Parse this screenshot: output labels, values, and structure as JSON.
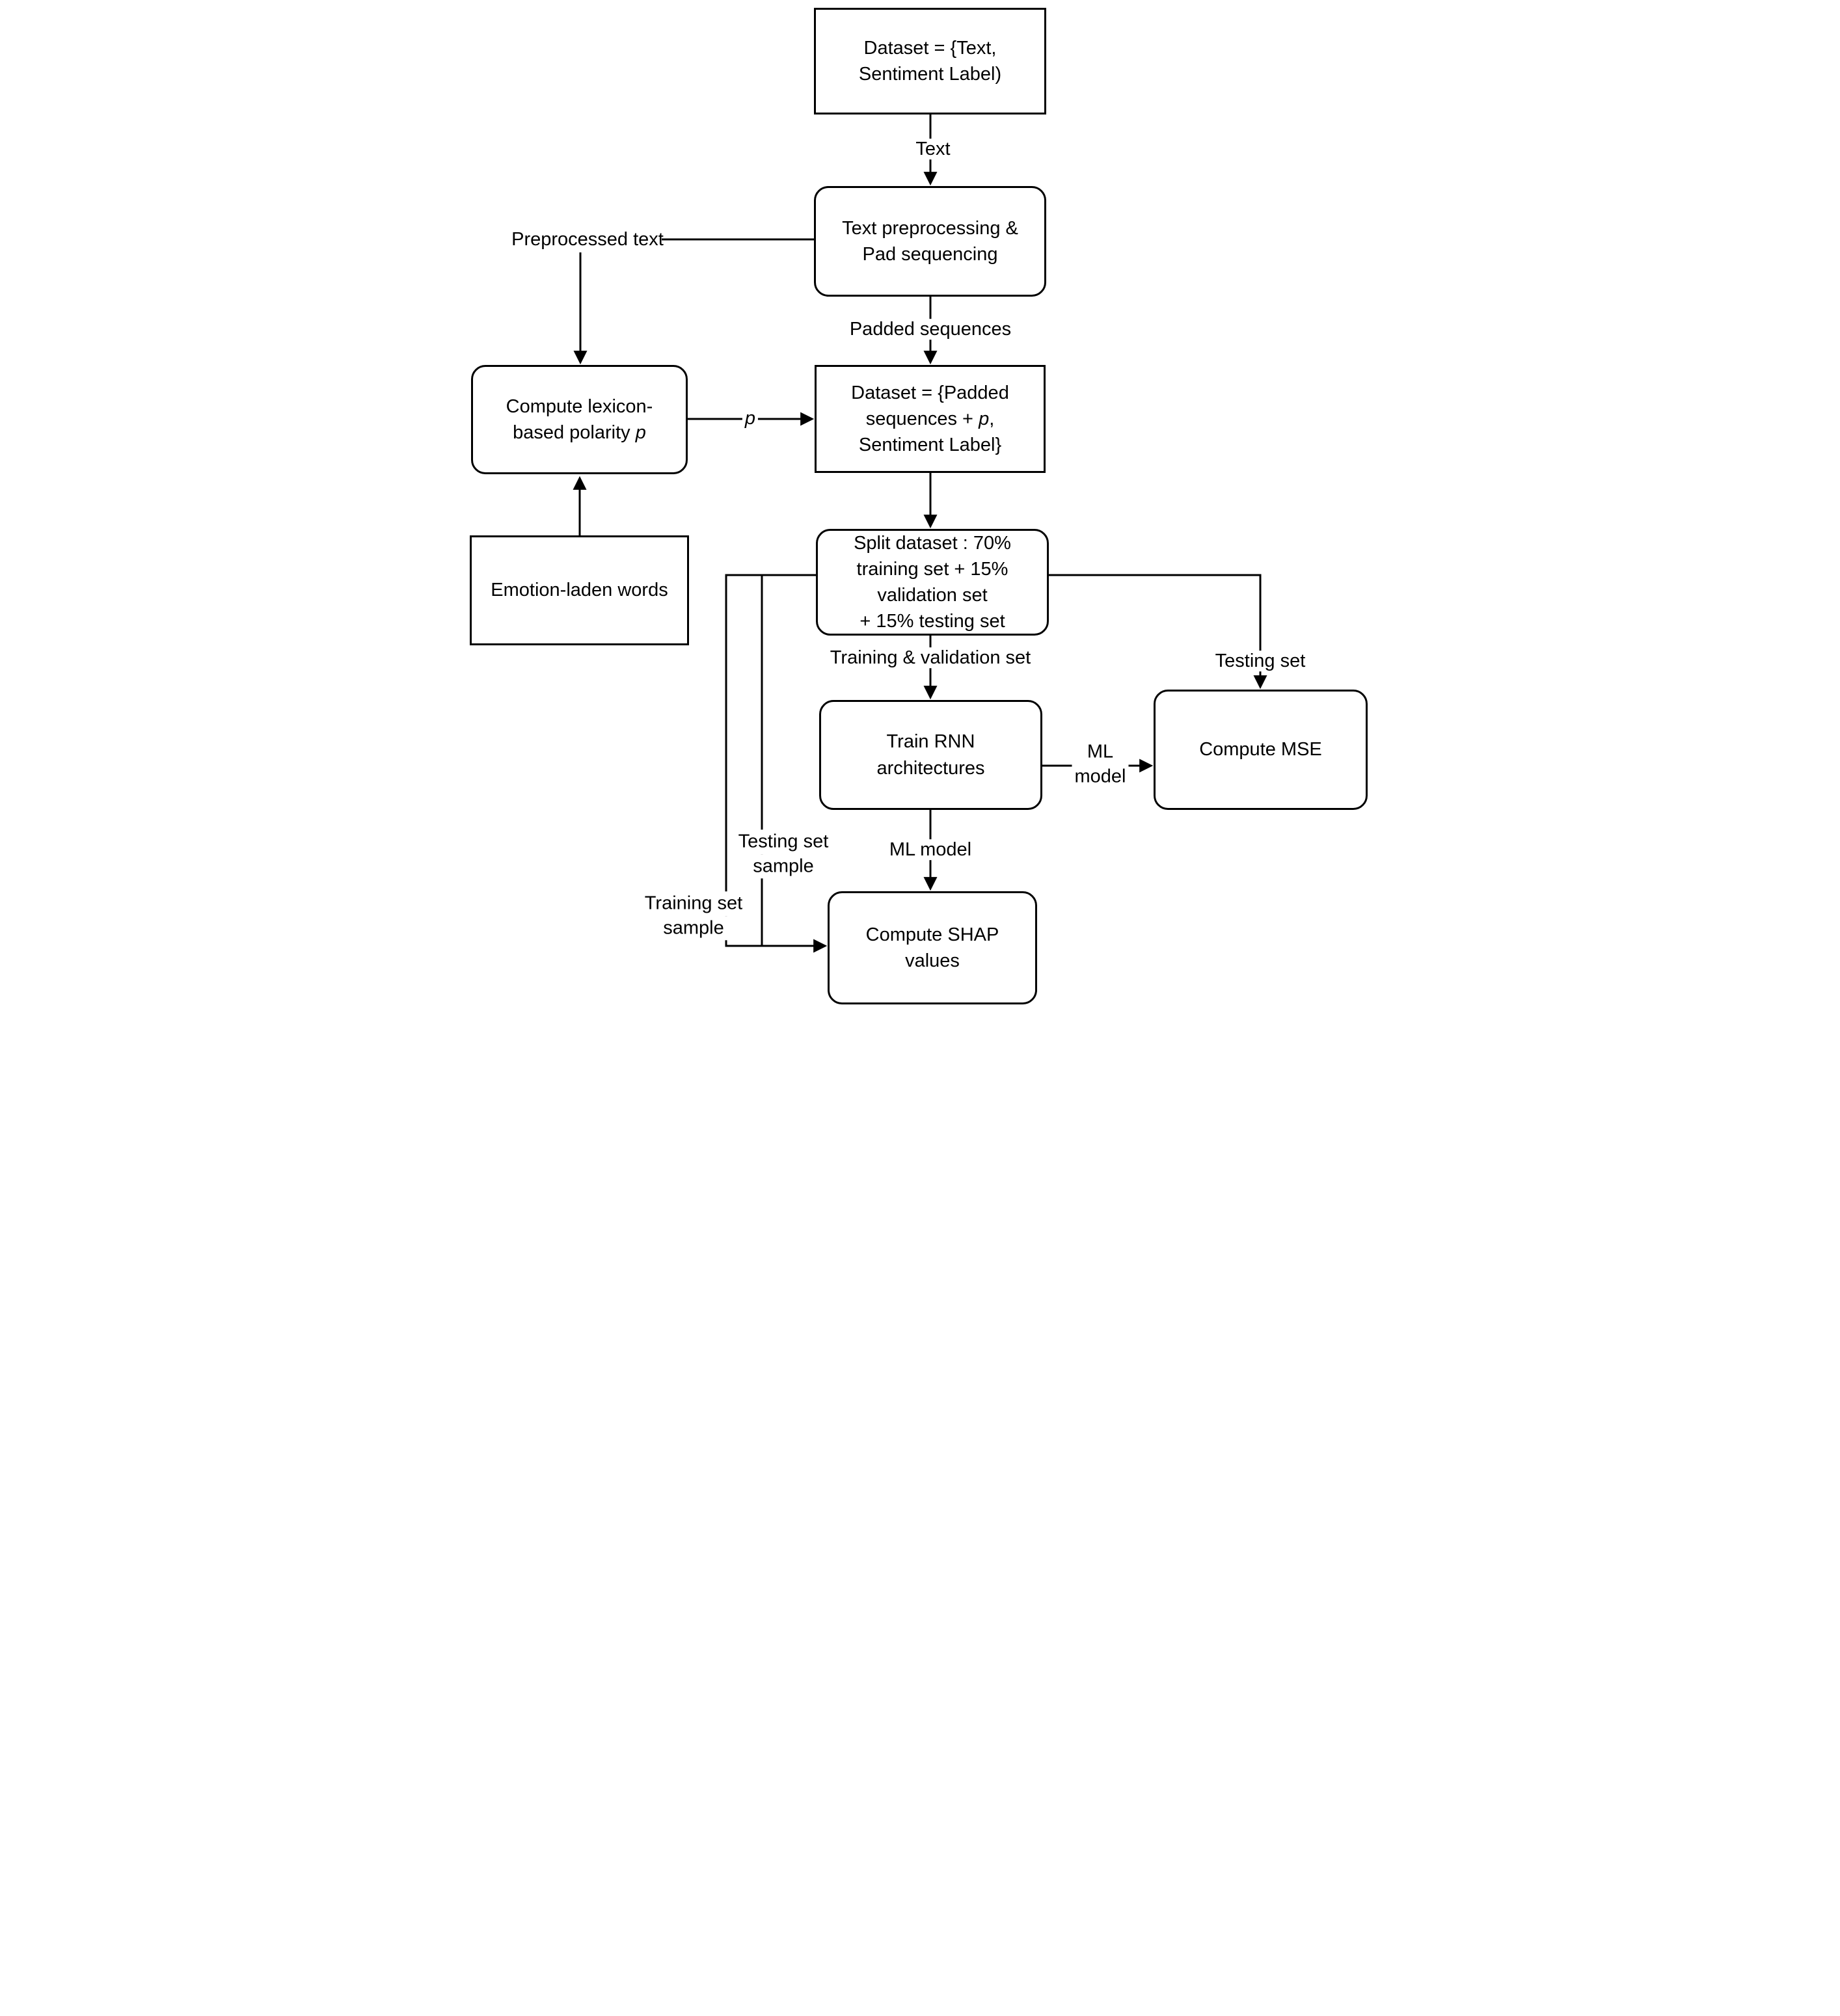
{
  "diagram": {
    "title": "Sentiment analysis ML pipeline flowchart",
    "colors": {
      "stroke": "#000000",
      "background": "#ffffff",
      "text": "#000000"
    },
    "nodes": {
      "dataset1": {
        "line1": "Dataset = {Text,",
        "line2": "Sentiment Label)"
      },
      "preprocess": {
        "line1": "Text preprocessing &",
        "line2": "Pad sequencing"
      },
      "lexicon": {
        "line1": "Compute lexicon-",
        "line2_pre": "based polarity ",
        "line2_italic": "p"
      },
      "emotion": {
        "line1": "Emotion-laden words"
      },
      "dataset2": {
        "line1": "Dataset = {Padded",
        "line2_pre": "sequences + ",
        "line2_italic": "p",
        "line2_post": ",",
        "line3": "Sentiment Label}"
      },
      "split": {
        "line1": "Split dataset : 70%",
        "line2": "training set + 15%",
        "line3": "validation set",
        "line4": "+ 15% testing set"
      },
      "train": {
        "line1": "Train RNN",
        "line2": "architectures"
      },
      "mse": {
        "line1": "Compute MSE"
      },
      "shap": {
        "line1": "Compute SHAP",
        "line2": "values"
      }
    },
    "edge_labels": {
      "text": "Text",
      "preprocessed_text": "Preprocessed text",
      "padded_sequences": "Padded sequences",
      "p": "p",
      "training_validation": "Training & validation set",
      "testing_set": "Testing set",
      "ml_model_right_line1": "ML",
      "ml_model_right_line2": "model",
      "ml_model_down": "ML model",
      "testing_sample_line1": "Testing set",
      "testing_sample_line2": "sample",
      "training_sample_line1": "Training set",
      "training_sample_line2": "sample"
    }
  }
}
